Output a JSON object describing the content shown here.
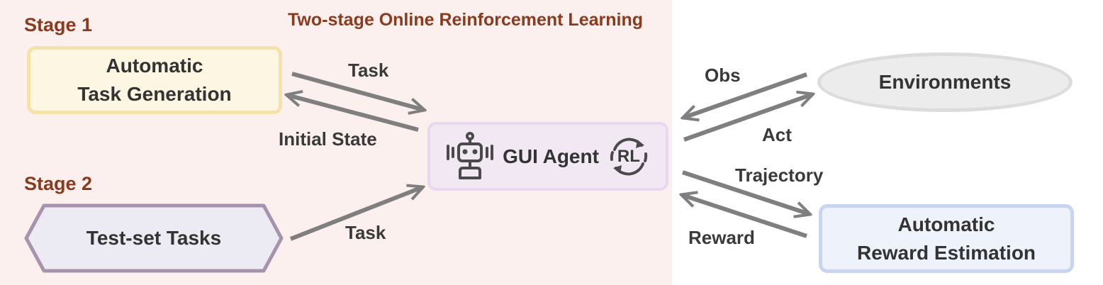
{
  "title": "Two-stage Online Reinforcement Learning",
  "stage1": "Stage 1",
  "stage2": "Stage 2",
  "nodes": {
    "task_generation": [
      "Automatic",
      "Task Generation"
    ],
    "test_tasks": "Test-set Tasks",
    "agent": "GUI Agent",
    "agent_badge": "RL",
    "environments": "Environments",
    "reward_estimation": [
      "Automatic",
      "Reward Estimation"
    ]
  },
  "edges": {
    "task_top": "Task",
    "initial_state": "Initial State",
    "task_bottom": "Task",
    "obs": "Obs",
    "act": "Act",
    "trajectory": "Trajectory",
    "reward": "Reward"
  },
  "colors": {
    "stage_title": "#8b3a1e",
    "arrow": "#7f7f7f",
    "left_panel": "#fbf0ee"
  },
  "icons": [
    "robot-icon",
    "rl-cycle-icon"
  ]
}
